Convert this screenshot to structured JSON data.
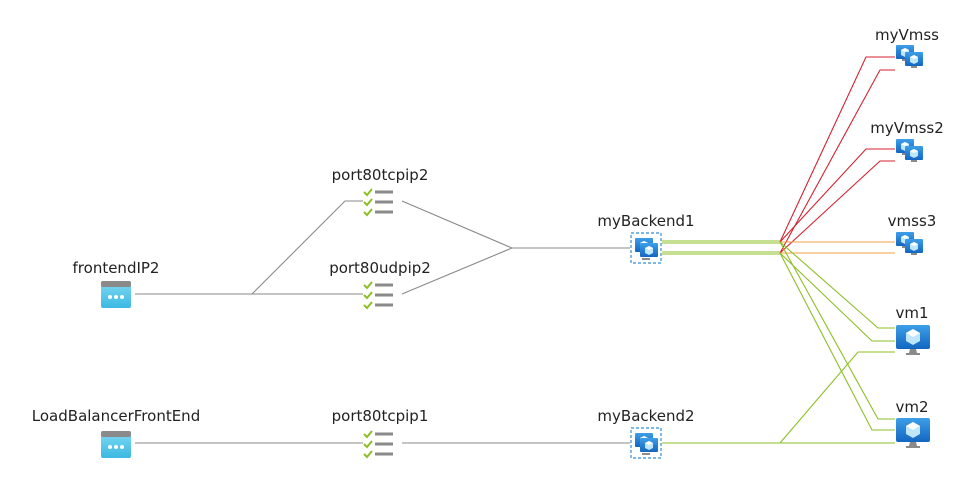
{
  "colors": {
    "link_gray": "#8a8a8a",
    "link_green": "#8cbf26",
    "link_red": "#d6202e",
    "link_orange": "#f2a24a",
    "frontend_icon": "#50c8ea",
    "vm_icon": "#1e7fd6",
    "backend_border": "#2f8fd6",
    "rule_check": "#8cbf26",
    "rule_line": "#8a8a8a"
  },
  "nodes": {
    "frontendIP2": {
      "label": "frontendIP2",
      "icon": "frontend-ip-icon"
    },
    "LoadBalancerFrontEnd": {
      "label": "LoadBalancerFrontEnd",
      "icon": "frontend-ip-icon"
    },
    "port80tcpip2": {
      "label": "port80tcpip2",
      "icon": "lb-rule-icon"
    },
    "port80udpip2": {
      "label": "port80udpip2",
      "icon": "lb-rule-icon"
    },
    "port80tcpip1": {
      "label": "port80tcpip1",
      "icon": "lb-rule-icon"
    },
    "myBackend1": {
      "label": "myBackend1",
      "icon": "backend-pool-icon"
    },
    "myBackend2": {
      "label": "myBackend2",
      "icon": "backend-pool-icon"
    },
    "myVmss": {
      "label": "myVmss",
      "icon": "vmss-icon"
    },
    "myVmss2": {
      "label": "myVmss2",
      "icon": "vmss-icon"
    },
    "vmss3": {
      "label": "vmss3",
      "icon": "vmss-icon"
    },
    "vm1": {
      "label": "vm1",
      "icon": "vm-icon"
    },
    "vm2": {
      "label": "vm2",
      "icon": "vm-icon"
    }
  }
}
